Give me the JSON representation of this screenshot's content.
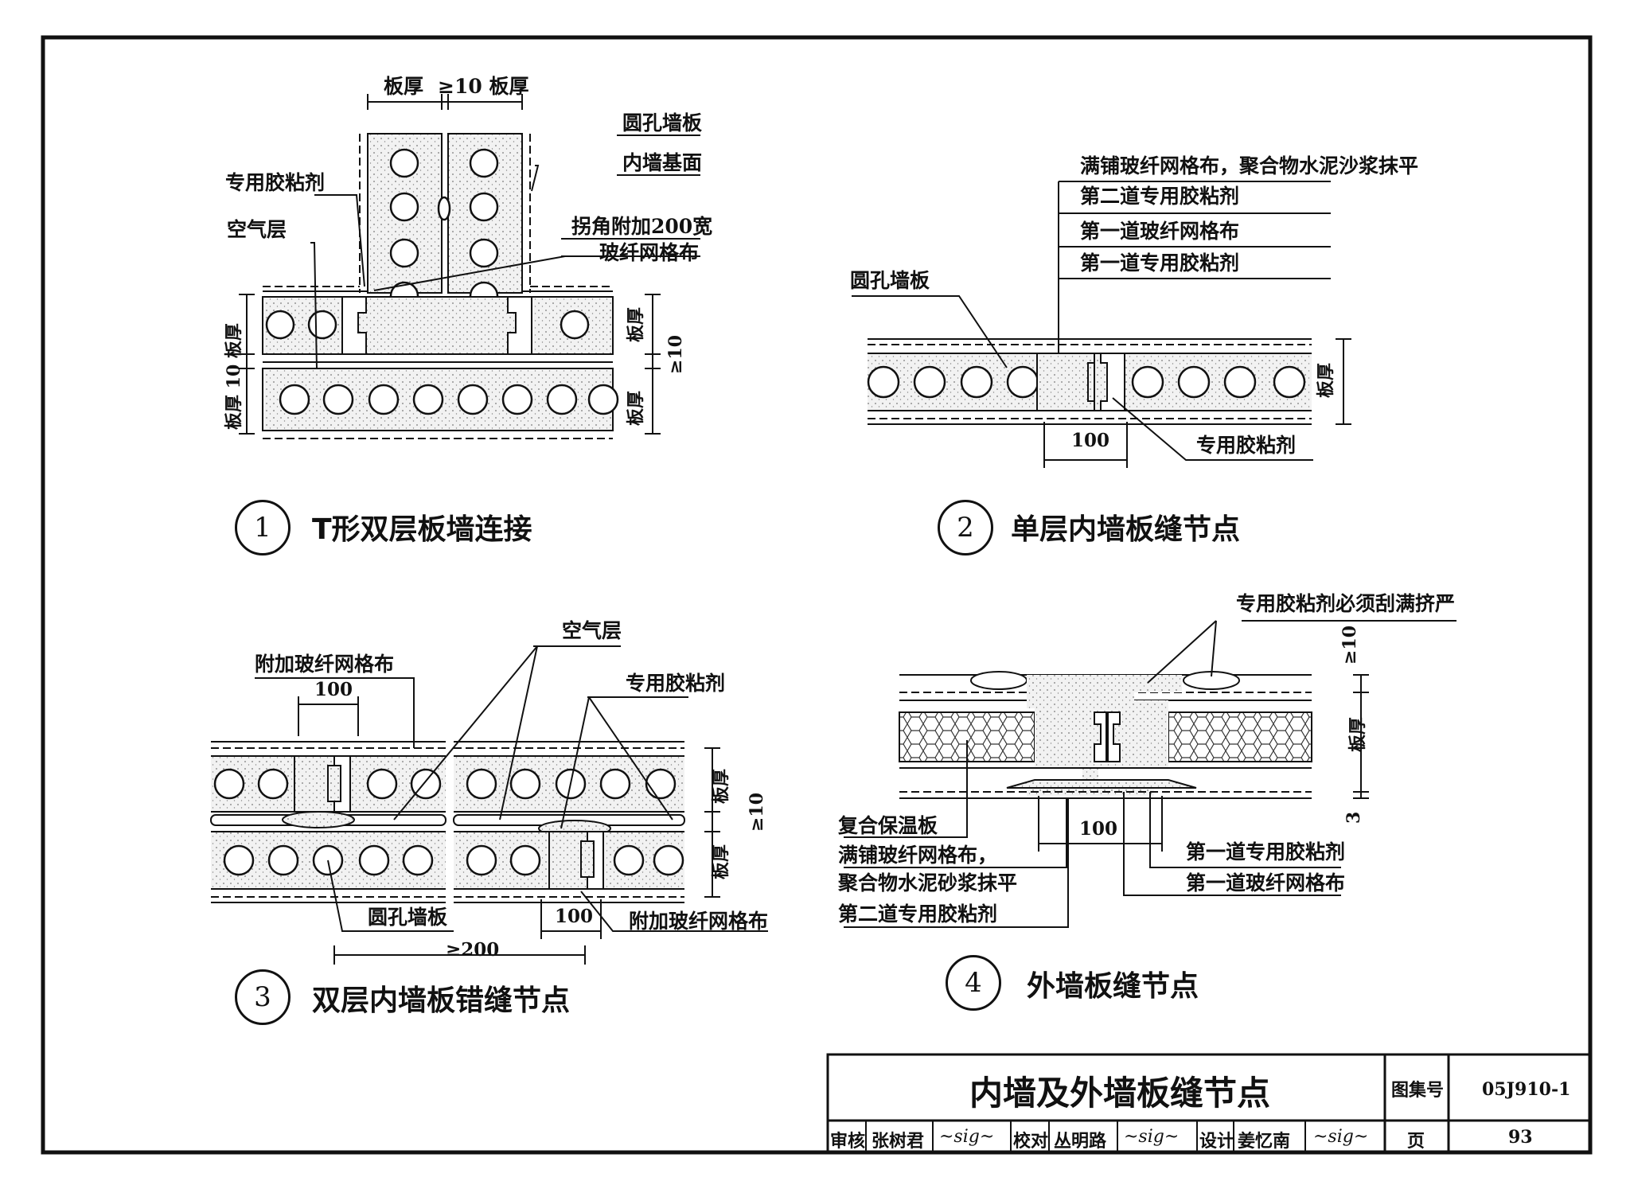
{
  "detail1": {
    "number": "1",
    "title": "T形双层板墙连接",
    "labels": {
      "slab_thk_top": "板厚",
      "gap_top": "≥10 板厚",
      "round_hole_panel": "圆孔墙板",
      "inner_wall_base": "内墙基面",
      "special_adhesive": "专用胶粘剂",
      "air_layer": "空气层",
      "corner_mesh_1": "拐角附加200宽",
      "corner_mesh_2": "玻纤网格布",
      "left_dim": "板厚 10 板厚",
      "right_slab_1": "板厚",
      "right_gap": "≥10",
      "right_slab_2": "板厚"
    }
  },
  "detail2": {
    "number": "2",
    "title": "单层内墙板缝节点",
    "labels": {
      "layer_top": "满铺玻纤网格布，聚合物水泥沙浆抹平",
      "second_adhesive": "第二道专用胶粘剂",
      "first_mesh": "第一道玻纤网格布",
      "first_adhesive": "第一道专用胶粘剂",
      "round_hole_panel": "圆孔墙板",
      "dim_100": "100",
      "special_adhesive": "专用胶粘剂",
      "slab_thk": "板厚"
    }
  },
  "detail3": {
    "number": "3",
    "title": "双层内墙板错缝节点",
    "labels": {
      "air_layer": "空气层",
      "extra_mesh": "附加玻纤网格布",
      "dim_100_top": "100",
      "special_adhesive": "专用胶粘剂",
      "slab_thk_1": "板厚",
      "gap": "≥10",
      "slab_thk_2": "板厚",
      "round_hole_panel": "圆孔墙板",
      "dim_100_bottom": "100",
      "extra_mesh_bottom": "附加玻纤网格布",
      "dim_200": "≥200"
    }
  },
  "detail4": {
    "number": "4",
    "title": "外墙板缝节点",
    "labels": {
      "adhesive_full": "专用胶粘剂必须刮满挤严",
      "gap_10": "≥10",
      "slab_thk": "板厚",
      "dim_3": "3",
      "composite_panel": "复合保温板",
      "full_mesh_1": "满铺玻纤网格布，",
      "full_mesh_2": "聚合物水泥砂浆抹平",
      "second_adhesive": "第二道专用胶粘剂",
      "dim_100": "100",
      "first_adhesive": "第一道专用胶粘剂",
      "first_mesh": "第一道玻纤网格布"
    }
  },
  "title_block": {
    "title": "内墙及外墙板缝节点",
    "atlas_label": "图集号",
    "atlas_no": "05J910-1",
    "review_label": "审核",
    "reviewer": "张树君",
    "check_label": "校对",
    "checker": "丛明路",
    "design_label": "设计",
    "designer": "姜忆南",
    "page_label": "页",
    "page_no": "93"
  },
  "colors": {
    "ink": "#111111",
    "fill": "#ececec",
    "paper": "#ffffff"
  }
}
